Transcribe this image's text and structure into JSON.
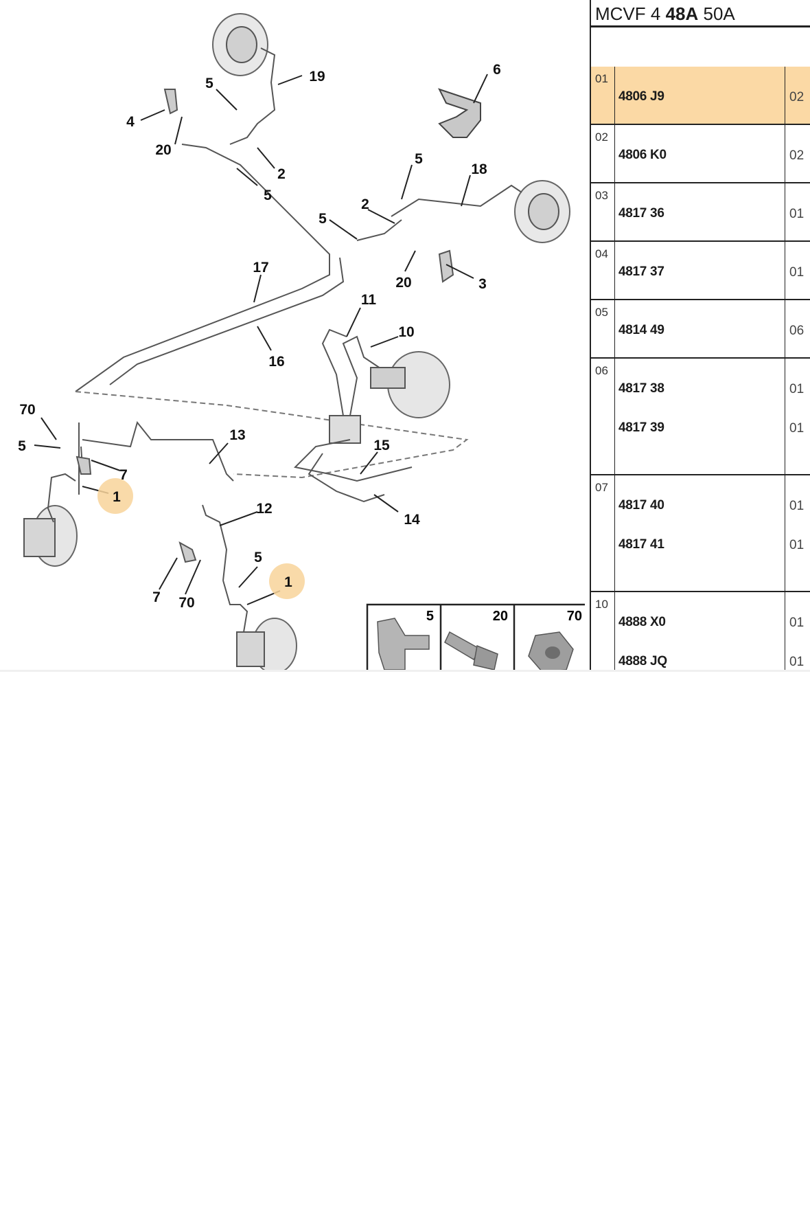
{
  "header": {
    "model": "MCVF 4",
    "code_bold": "48A",
    "code_tail": "50A"
  },
  "callouts": [
    {
      "id": "c19",
      "label": "19"
    },
    {
      "id": "c5a",
      "label": "5"
    },
    {
      "id": "c4",
      "label": "4"
    },
    {
      "id": "c20a",
      "label": "20"
    },
    {
      "id": "c2a",
      "label": "2"
    },
    {
      "id": "c5b",
      "label": "5"
    },
    {
      "id": "c6",
      "label": "6"
    },
    {
      "id": "c5c",
      "label": "5"
    },
    {
      "id": "c18",
      "label": "18"
    },
    {
      "id": "c2b",
      "label": "2"
    },
    {
      "id": "c5d",
      "label": "5"
    },
    {
      "id": "c20b",
      "label": "20"
    },
    {
      "id": "c3",
      "label": "3"
    },
    {
      "id": "c17",
      "label": "17"
    },
    {
      "id": "c11",
      "label": "11"
    },
    {
      "id": "c10",
      "label": "10"
    },
    {
      "id": "c16",
      "label": "16"
    },
    {
      "id": "c70a",
      "label": "70"
    },
    {
      "id": "c5e",
      "label": "5"
    },
    {
      "id": "c7a",
      "label": "7"
    },
    {
      "id": "c1a",
      "label": "1"
    },
    {
      "id": "c13",
      "label": "13"
    },
    {
      "id": "c15",
      "label": "15"
    },
    {
      "id": "c14",
      "label": "14"
    },
    {
      "id": "c12",
      "label": "12"
    },
    {
      "id": "c5f",
      "label": "5"
    },
    {
      "id": "c1b",
      "label": "1"
    },
    {
      "id": "c7b",
      "label": "7"
    },
    {
      "id": "c70b",
      "label": "70"
    }
  ],
  "legend": [
    {
      "label": "5"
    },
    {
      "label": "20"
    },
    {
      "label": "70"
    }
  ],
  "rows": [
    {
      "idx": "01",
      "parts": [
        "4806 J9"
      ],
      "qty": [
        "02"
      ],
      "highlight": true
    },
    {
      "idx": "02",
      "parts": [
        "4806 K0"
      ],
      "qty": [
        "02"
      ]
    },
    {
      "idx": "03",
      "parts": [
        "4817 36"
      ],
      "qty": [
        "01"
      ]
    },
    {
      "idx": "04",
      "parts": [
        "4817 37"
      ],
      "qty": [
        "01"
      ]
    },
    {
      "idx": "05",
      "parts": [
        "4814 49"
      ],
      "qty": [
        "06"
      ]
    },
    {
      "idx": "06",
      "parts": [
        "4817 38",
        "4817 39"
      ],
      "qty": [
        "01",
        "01"
      ]
    },
    {
      "idx": "07",
      "parts": [
        "4817 40",
        "4817 41"
      ],
      "qty": [
        "01",
        "01"
      ]
    },
    {
      "idx": "10",
      "parts": [
        "4888 X0",
        "4888 JQ"
      ],
      "qty": [
        "01",
        "01"
      ]
    }
  ],
  "colors": {
    "highlight": "#fbd9a5",
    "badge": "#f8d49a",
    "line": "#333333"
  }
}
